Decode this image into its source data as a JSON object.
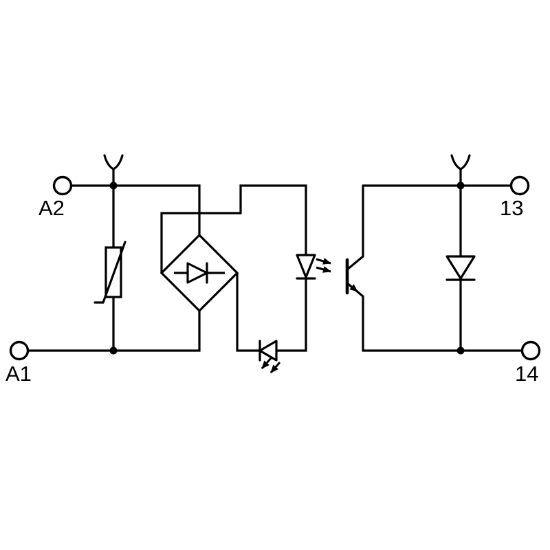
{
  "page": {
    "background": "#ffffff",
    "line_color": "#000000"
  },
  "diagram": {
    "kind": "circuit-schematic",
    "description": "Optocoupler solid-state relay module wiring diagram",
    "terminals": [
      {
        "label": "A2",
        "position": "top-left"
      },
      {
        "label": "A1",
        "position": "bottom-left"
      },
      {
        "label": "13",
        "position": "top-right"
      },
      {
        "label": "14",
        "position": "bottom-right"
      }
    ],
    "components": [
      "clamp-contact-left",
      "clamp-contact-right",
      "varistor",
      "bridge-rectifier",
      "bridge-diode",
      "optocoupler-led",
      "light-emission-arrows",
      "phototransistor",
      "indicator-led",
      "indicator-led-arrows",
      "output-protection-diode"
    ]
  }
}
